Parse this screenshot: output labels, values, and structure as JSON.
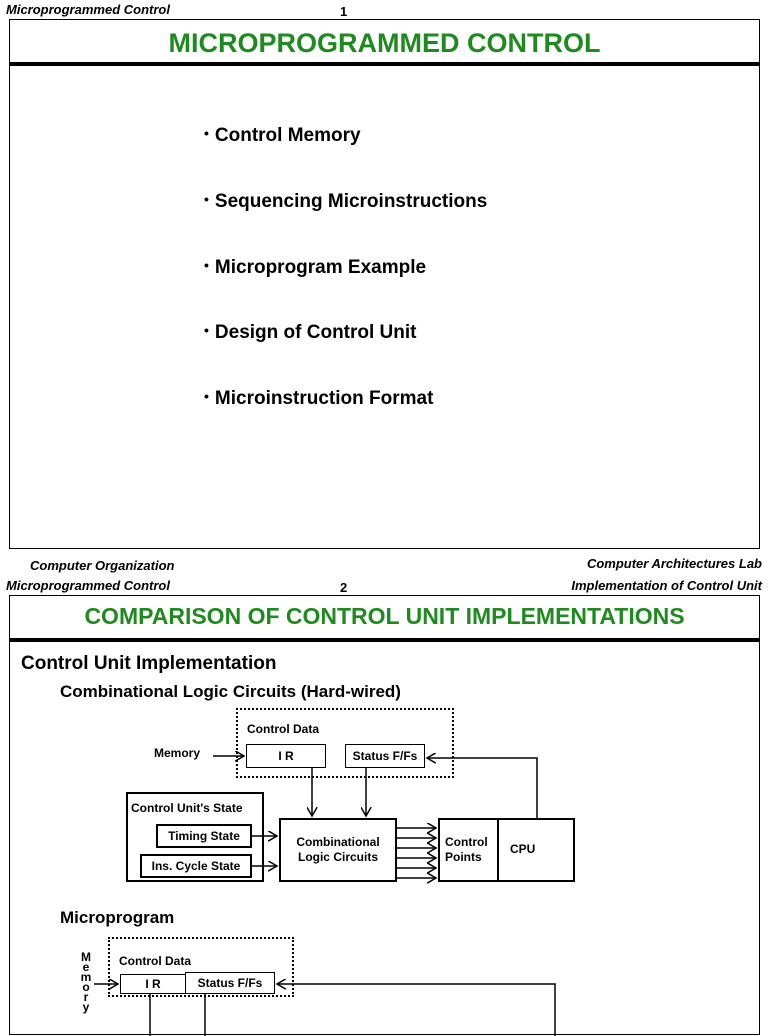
{
  "page1": {
    "running_header_left": "Microprogrammed Control",
    "page_number": "1",
    "title": "MICROPROGRAMMED  CONTROL",
    "bullet_marker": "•",
    "bullets": [
      "Control Memory",
      "Sequencing Microinstructions",
      "Microprogram Example",
      "Design of Control Unit",
      "Microinstruction Format"
    ],
    "footer_left": "Computer Organization",
    "footer_right": "Computer Architectures Lab"
  },
  "page2": {
    "running_header_left": "Microprogrammed Control",
    "page_number": "2",
    "running_header_right": "Implementation of Control Unit",
    "title": "COMPARISON  OF  CONTROL  UNIT  IMPLEMENTATIONS",
    "heading": "Control Unit Implementation",
    "hardwired": {
      "subheading": "Combinational Logic Circuits (Hard-wired)",
      "memory_label": "Memory",
      "control_data_label": "Control Data",
      "ir_label": "I R",
      "status_label": "Status F/Fs",
      "state_group_label": "Control Unit's State",
      "timing_state_label": "Timing State",
      "ins_cycle_label": "Ins. Cycle State",
      "comb_logic_label": "Combinational Logic Circuits",
      "control_points_label": "Control Points",
      "cpu_label": "CPU"
    },
    "microprogram": {
      "subheading": "Microprogram",
      "memory_vertical_label": [
        "M",
        "e",
        "m",
        "o",
        "r",
        "y"
      ],
      "control_data_label": "Control Data",
      "ir_label": "I R",
      "status_label": "Status F/Fs"
    }
  }
}
